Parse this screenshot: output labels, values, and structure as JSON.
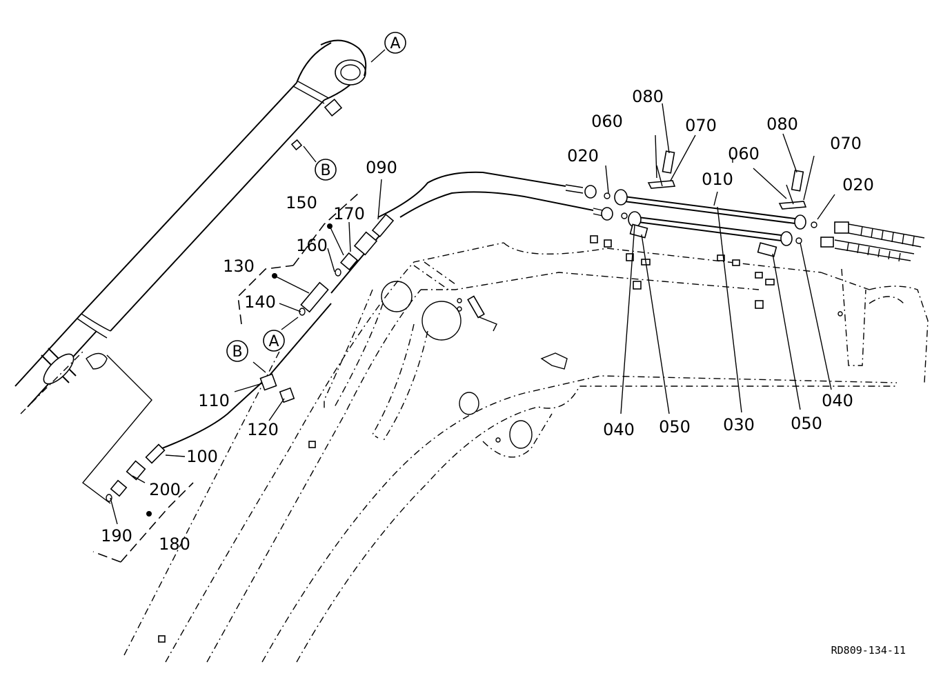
{
  "diagram": {
    "drawing_code": "RD809-134-11",
    "part_labels": {
      "p010": "010",
      "p020a": "020",
      "p020b": "020",
      "p030": "030",
      "p040a": "040",
      "p040b": "040",
      "p050a": "050",
      "p050b": "050",
      "p060a": "060",
      "p060b": "060",
      "p070a": "070",
      "p070b": "070",
      "p080a": "080",
      "p080b": "080",
      "p090": "090",
      "p100": "100",
      "p110": "110",
      "p120": "120",
      "p130": "130",
      "p140": "140",
      "p150": "150",
      "p160": "160",
      "p170": "170",
      "p180": "180",
      "p190": "190",
      "p200": "200"
    },
    "reference_markers": {
      "a_top": "A",
      "a_mid": "A",
      "b_top": "B",
      "b_mid": "B"
    }
  }
}
